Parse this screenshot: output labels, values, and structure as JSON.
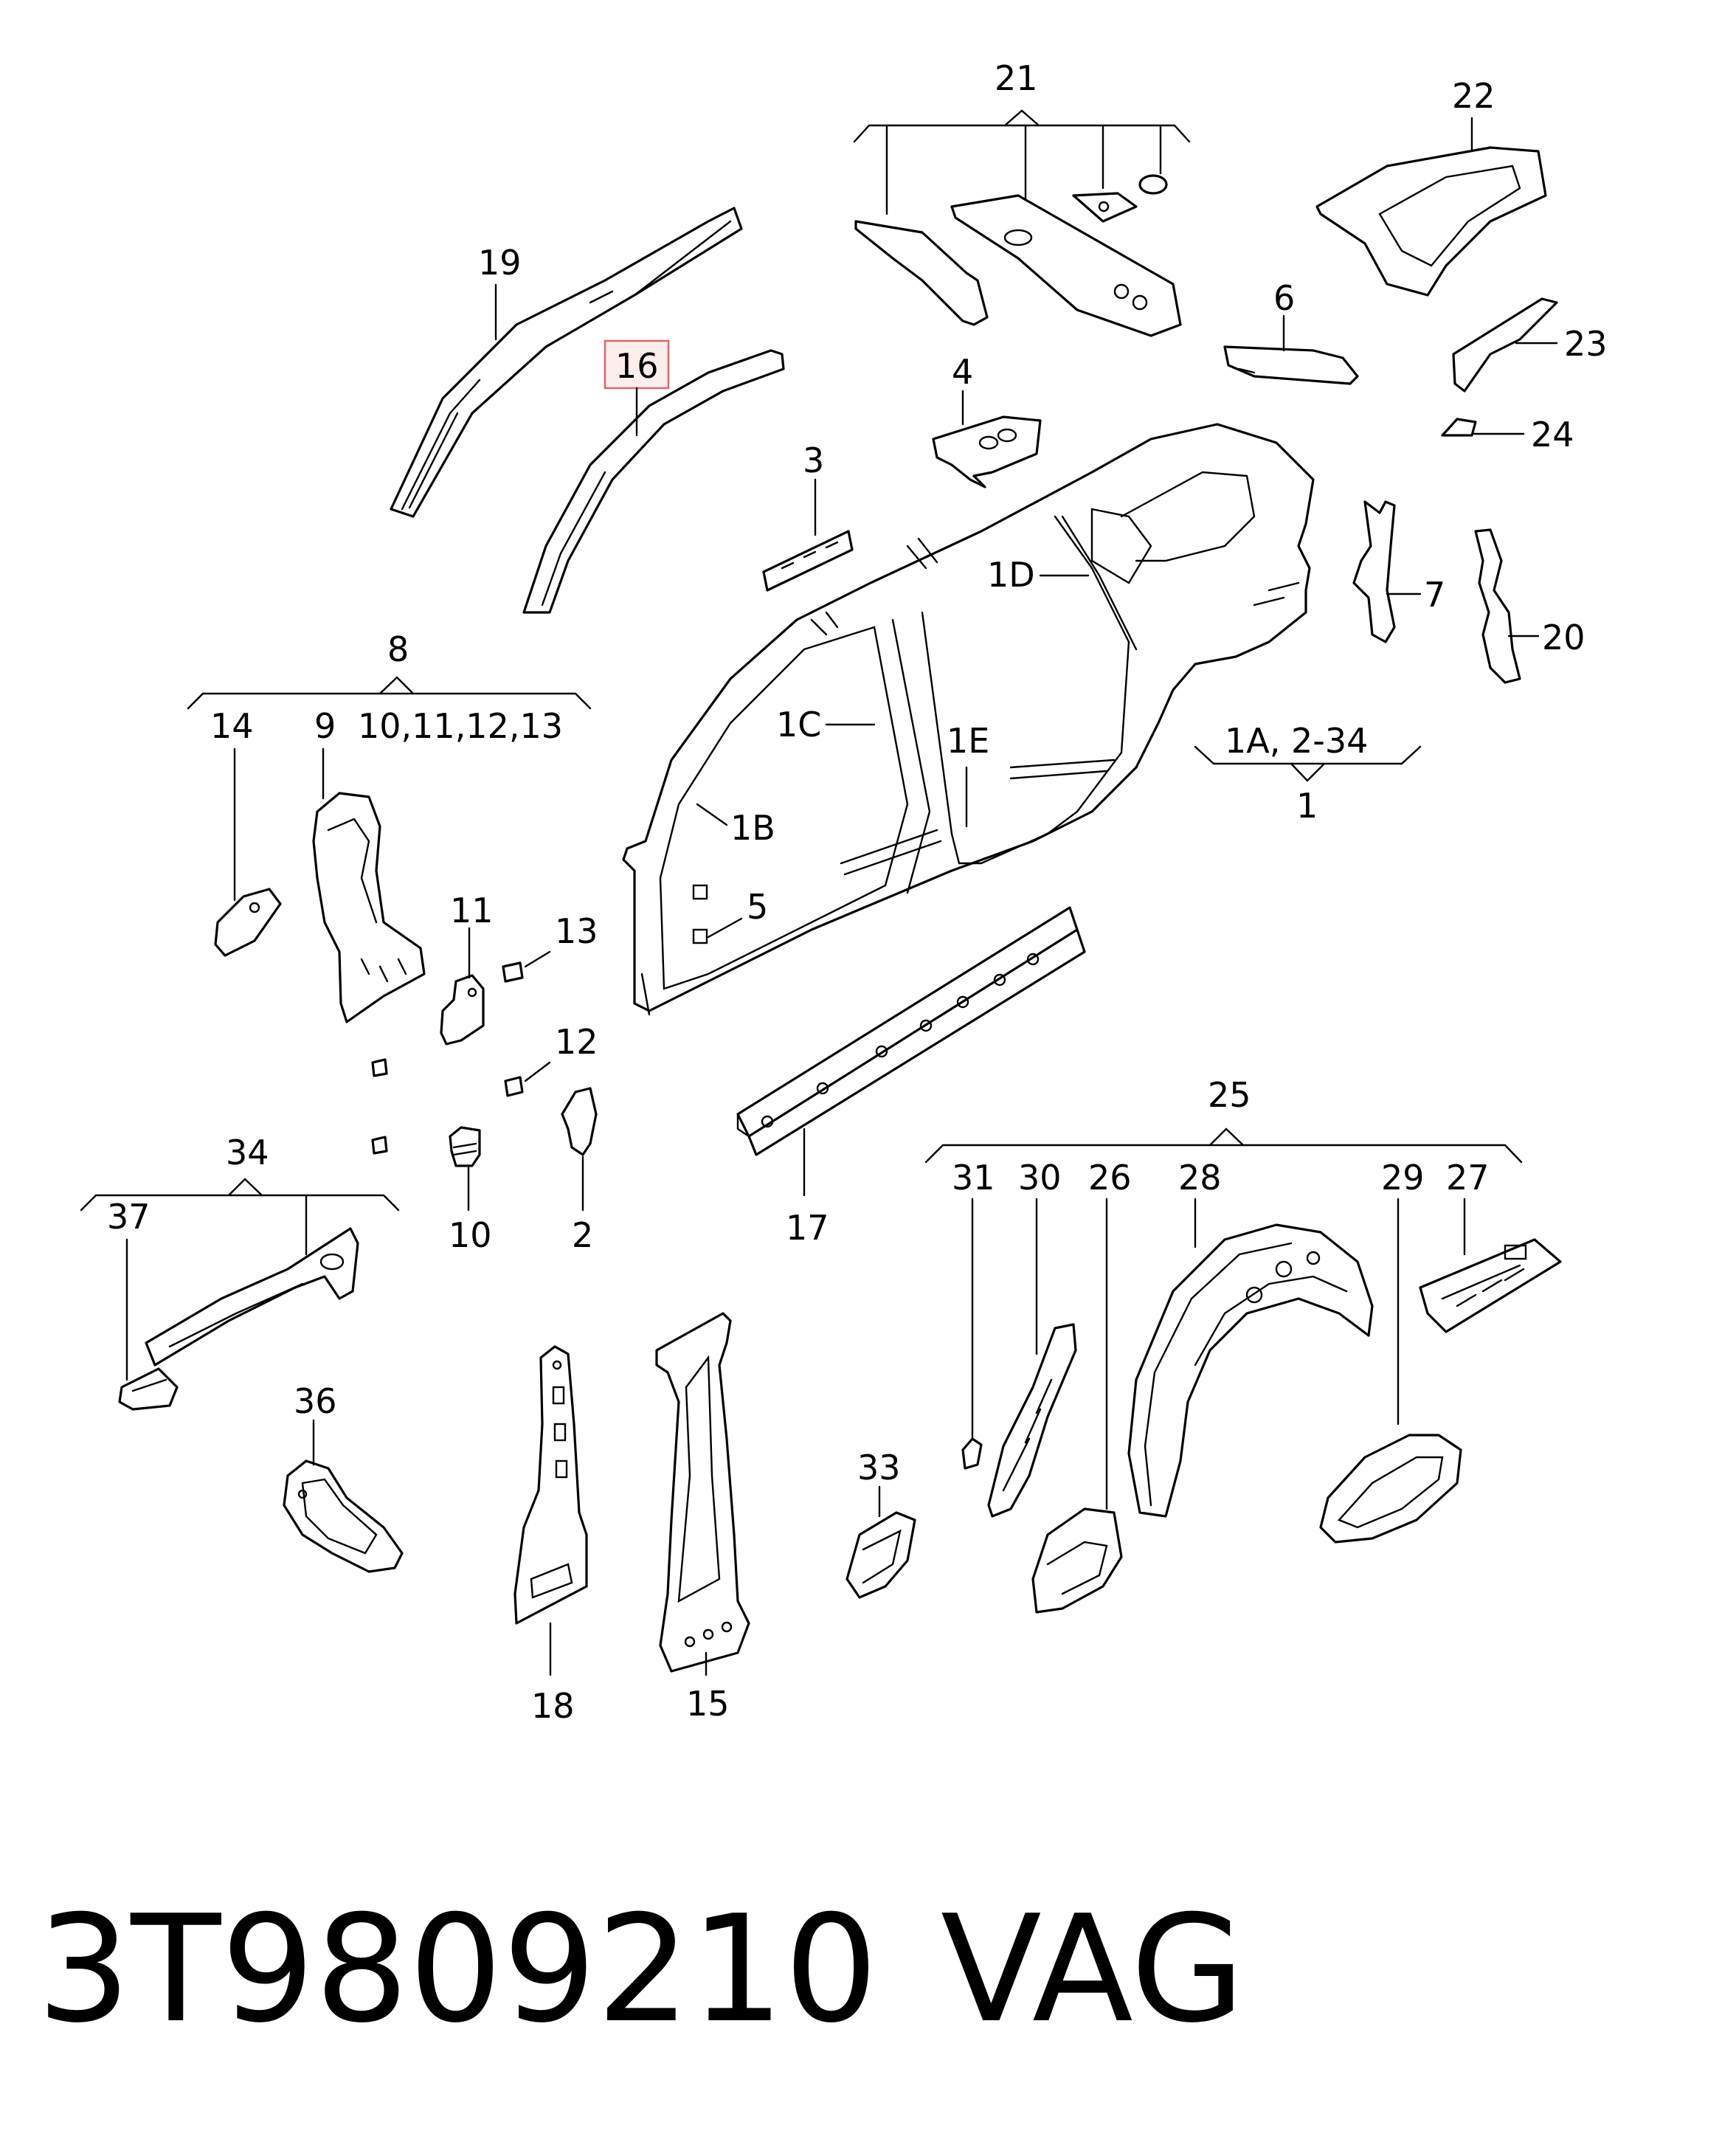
{
  "highlight_color": "#e0646e",
  "labels": {
    "l1": "1",
    "l1A": "1A, 2-34",
    "l1B": "1B",
    "l1C": "1C",
    "l1D": "1D",
    "l1E": "1E",
    "l2": "2",
    "l3": "3",
    "l4": "4",
    "l5": "5",
    "l6": "6",
    "l7": "7",
    "l8": "8",
    "l9": "9",
    "l10": "10",
    "l10to13": "10,11,12,13",
    "l11": "11",
    "l12": "12",
    "l13": "13",
    "l14": "14",
    "l15": "15",
    "l16": "16",
    "l17": "17",
    "l18": "18",
    "l19": "19",
    "l20": "20",
    "l21": "21",
    "l22": "22",
    "l23": "23",
    "l24": "24",
    "l25": "25",
    "l26": "26",
    "l27": "27",
    "l28": "28",
    "l29": "29",
    "l30": "30",
    "l31": "31",
    "l33": "33",
    "l34": "34",
    "l36": "36",
    "l37": "37"
  },
  "footer": {
    "part_number": "3T9809210",
    "brand": "VAG"
  }
}
